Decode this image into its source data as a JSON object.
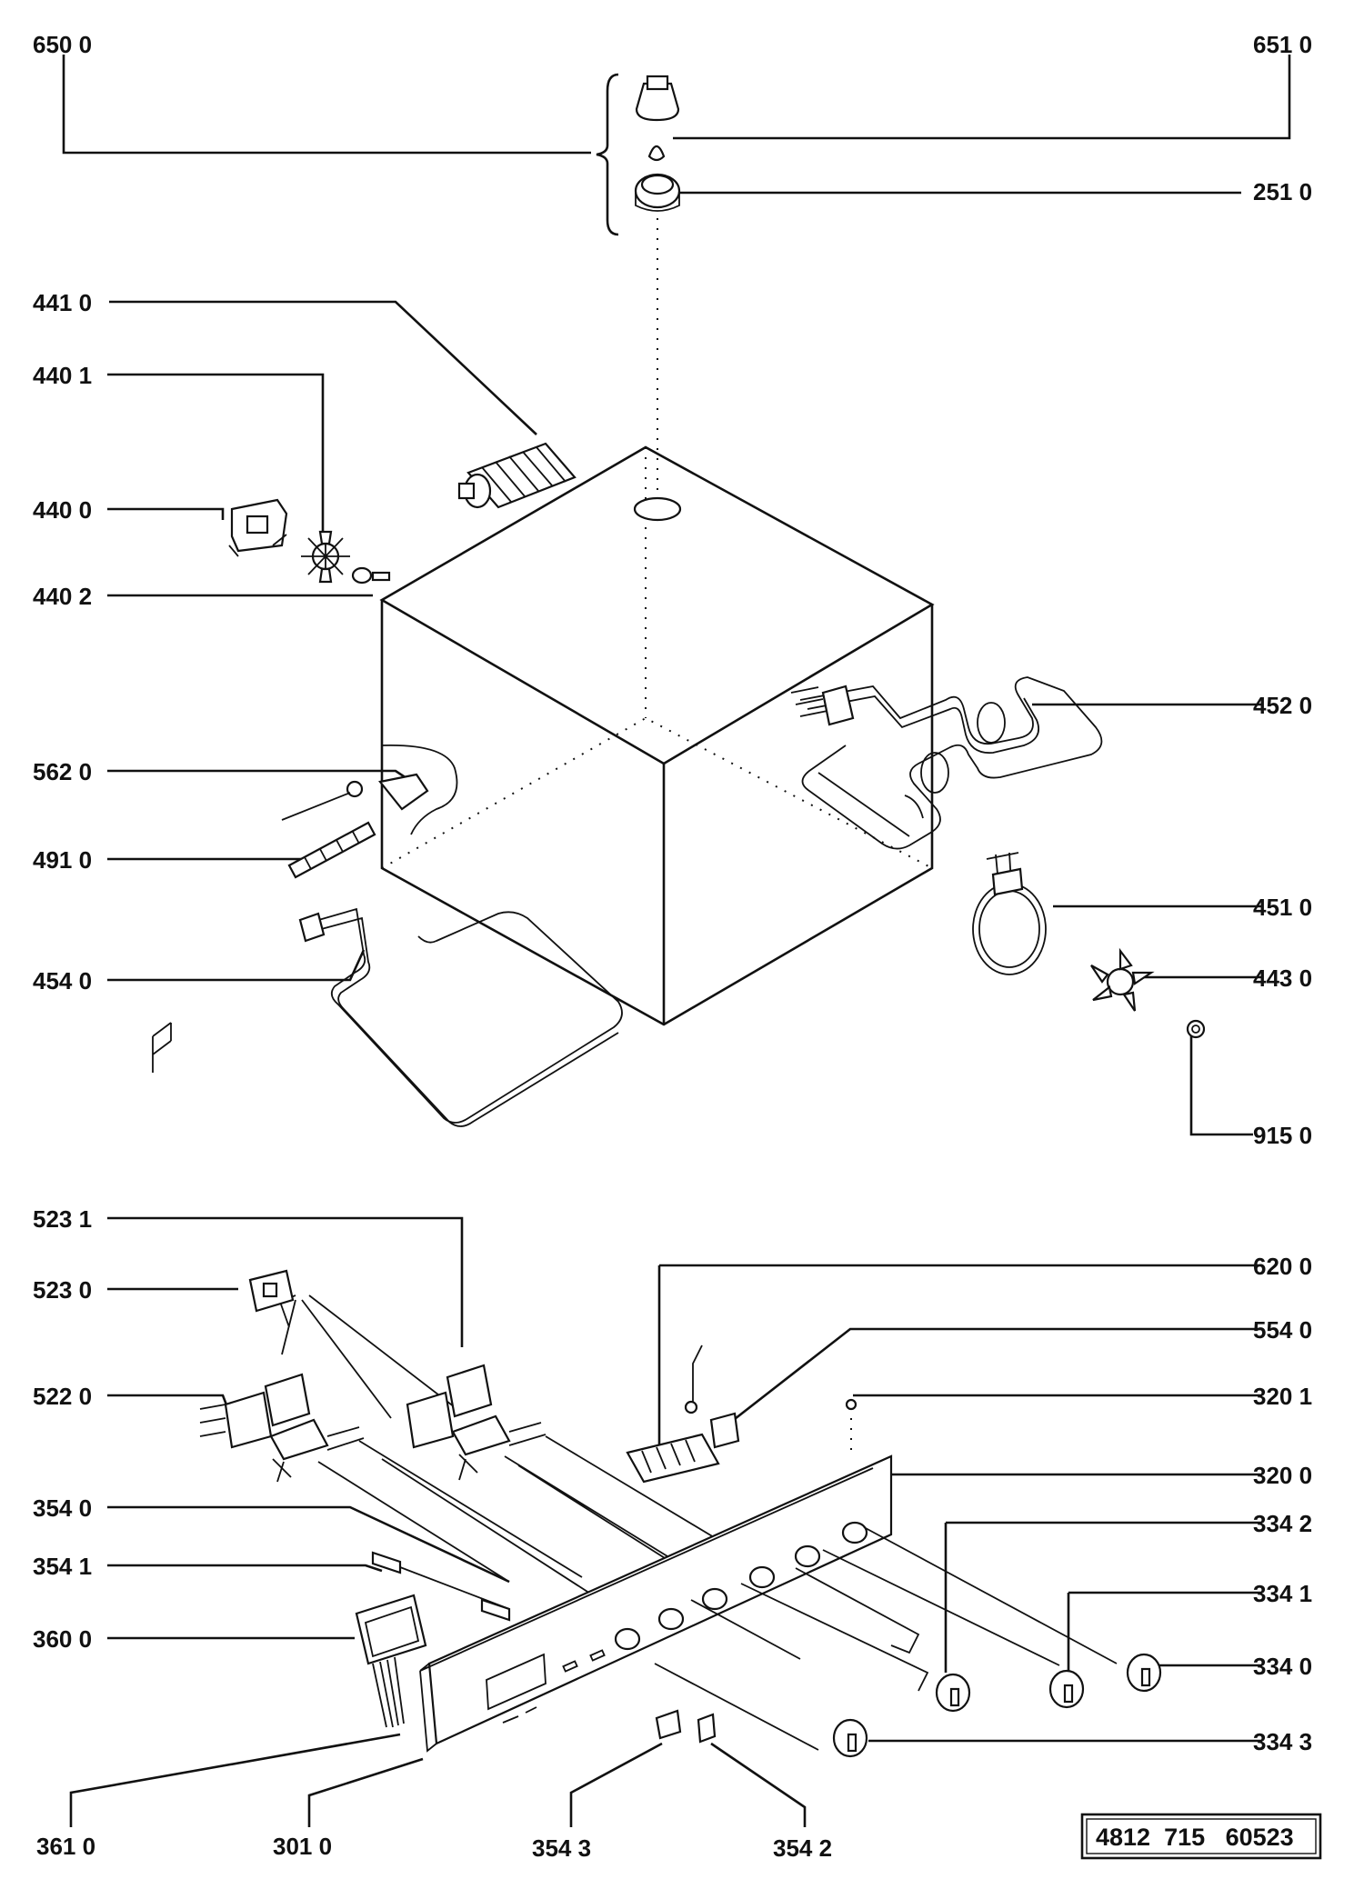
{
  "labels": {
    "p6500": "650 0",
    "p6510": "651 0",
    "p2510": "251 0",
    "p4410": "441 0",
    "p4401": "440 1",
    "p4400": "440 0",
    "p4402": "440 2",
    "p4520": "452 0",
    "p5620": "562 0",
    "p4910": "491 0",
    "p4510": "451 0",
    "p4540": "454 0",
    "p4430": "443 0",
    "p9150": "915 0",
    "p5231": "523 1",
    "p5230": "523 0",
    "p5220": "522 0",
    "p6200": "620 0",
    "p5540": "554 0",
    "p3201": "320 1",
    "p3200": "320 0",
    "p3540": "354 0",
    "p3541": "354 1",
    "p3600": "360 0",
    "p3342": "334 2",
    "p3341": "334 1",
    "p3340": "334 0",
    "p3343": "334 3",
    "p3610": "361 0",
    "p3010": "301 0",
    "p3543": "354 3",
    "p3542": "354 2"
  },
  "document_number": "4812  715   60523"
}
